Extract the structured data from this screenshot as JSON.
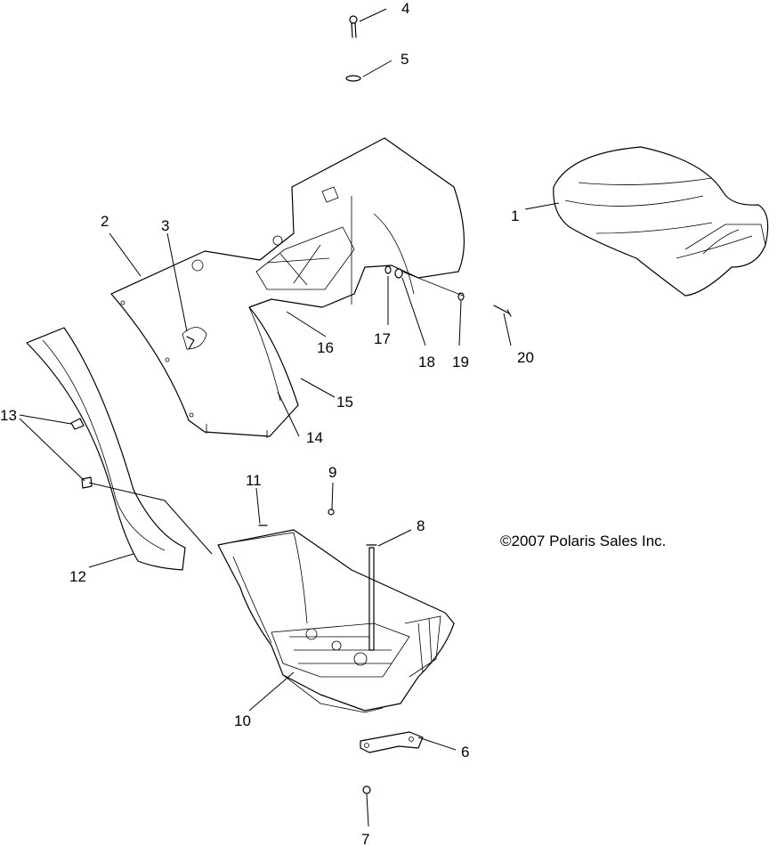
{
  "copyright": "©2007 Polaris Sales Inc.",
  "callouts": [
    "1",
    "2",
    "3",
    "4",
    "5",
    "6",
    "7",
    "8",
    "9",
    "10",
    "11",
    "12",
    "13",
    "14",
    "15",
    "16",
    "17",
    "18",
    "19",
    "20"
  ]
}
